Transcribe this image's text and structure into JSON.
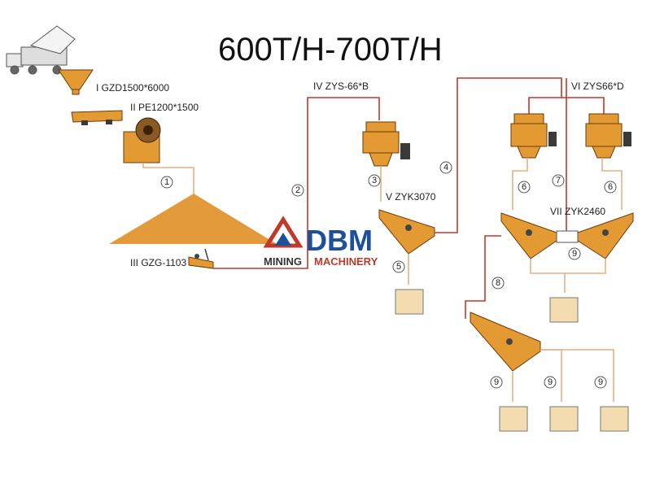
{
  "title": "600T/H-700T/H",
  "logo": {
    "brand": "DBM",
    "word1": "MINING",
    "word2": "MACHINERY",
    "colors": {
      "blue": "#1c4f9c",
      "red": "#c0392b",
      "dark": "#333333"
    }
  },
  "machines": {
    "feeder": "I  GZD1500*6000",
    "jaw": "II  PE1200*1500",
    "pile_feeder": "III  GZG-1103",
    "cone1": "IV  ZYS-66*B",
    "screen1": "V  ZYK3070",
    "cone2": "VI  ZYS66*D",
    "screen2": "VII  ZYK2460"
  },
  "flow_numbers": {
    "n1": "1",
    "n2": "2",
    "n3": "3",
    "n4": "4",
    "n5": "5",
    "n6a": "6",
    "n6b": "6",
    "n7": "7",
    "n8": "8",
    "n9a": "9",
    "n9b": "9",
    "n9c": "9",
    "n9d": "9"
  },
  "colors": {
    "equipment": "#e39a32",
    "flow_line": "#c0392b",
    "pile": "#e29a3a",
    "product": "#f3ddb0"
  },
  "icons": [
    "dump-truck-icon",
    "hopper-icon",
    "jaw-crusher-icon",
    "cone-crusher-icon",
    "vibrating-screen-icon",
    "product-bin-icon"
  ]
}
